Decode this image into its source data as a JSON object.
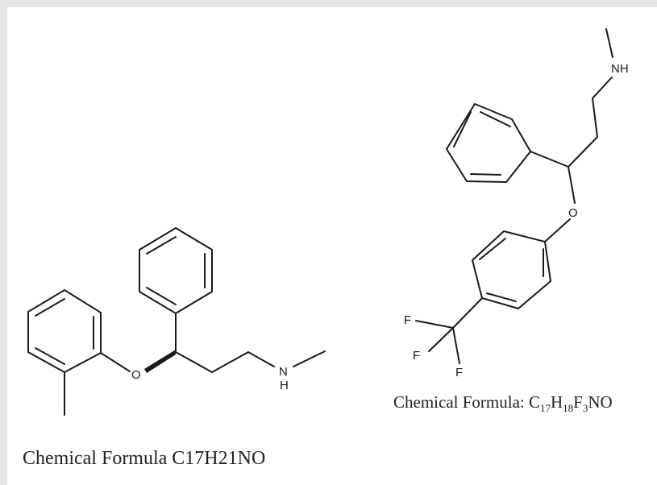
{
  "structure_left": {
    "atoms": {
      "oxygen": "O",
      "amine_n": "N",
      "amine_h": "H"
    },
    "caption": "Chemical Formula C17H21NO"
  },
  "structure_right": {
    "atoms": {
      "amine": "NH",
      "oxygen": "O",
      "fluorine_1": "F",
      "fluorine_2": "F",
      "fluorine_3": "F"
    },
    "caption": {
      "prefix": "Chemical Formula: ",
      "c": "C",
      "c_count": "17",
      "h": "H",
      "h_count": "18",
      "f": "F",
      "f_count": "3",
      "suffix": "NO"
    }
  }
}
